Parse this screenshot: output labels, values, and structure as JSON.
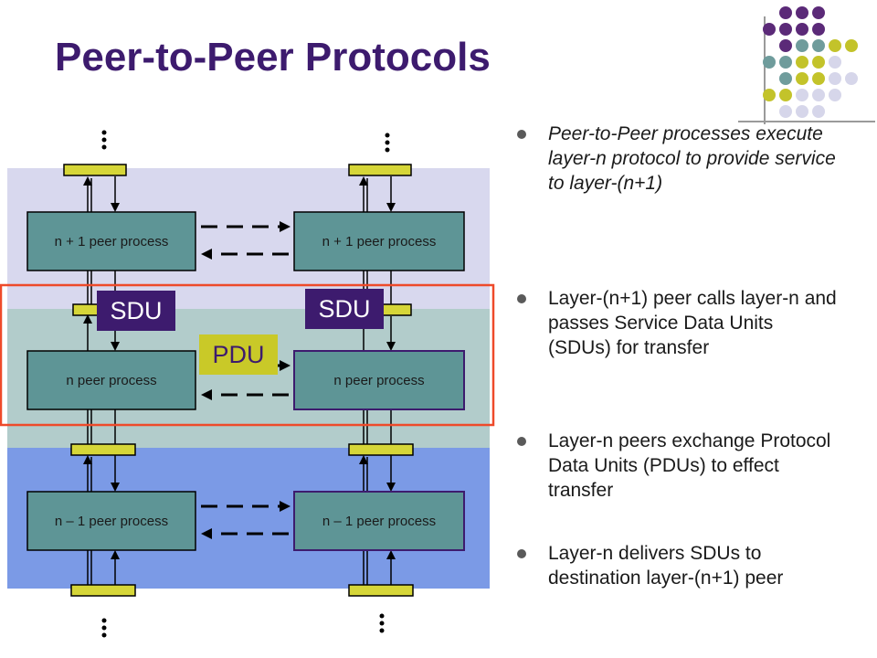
{
  "title": "Peer-to-Peer Protocols",
  "layers": {
    "upper": {
      "left_label": "n + 1 peer process",
      "right_label": "n + 1 peer process"
    },
    "middle": {
      "left_label": "n peer process",
      "right_label": "n peer process"
    },
    "lower": {
      "left_label": "n – 1 peer process",
      "right_label": "n – 1 peer process"
    }
  },
  "tags": {
    "sdu_left": "SDU",
    "sdu_right": "SDU",
    "pdu": "PDU"
  },
  "bullets": [
    "Peer-to-Peer processes execute layer-n protocol to provide service to layer-(n+1)",
    "Layer-(n+1) peer calls layer-n and passes Service Data Units (SDUs) for transfer",
    "Layer-n peers exchange Protocol Data Units (PDUs) to effect transfer",
    "Layer-n delivers SDUs to destination layer-(n+1) peer"
  ],
  "colors": {
    "title": "#3d1b6e",
    "band_upper": "#d8d8ee",
    "band_middle": "#b2cccb",
    "band_lower": "#7b9ae6",
    "process_box": "#5e9596",
    "sap_bar": "#d6d638",
    "highlight_frame": "#ee4a2a",
    "sdu_tag": "#3d1b6e",
    "pdu_tag": "#c9c928"
  }
}
